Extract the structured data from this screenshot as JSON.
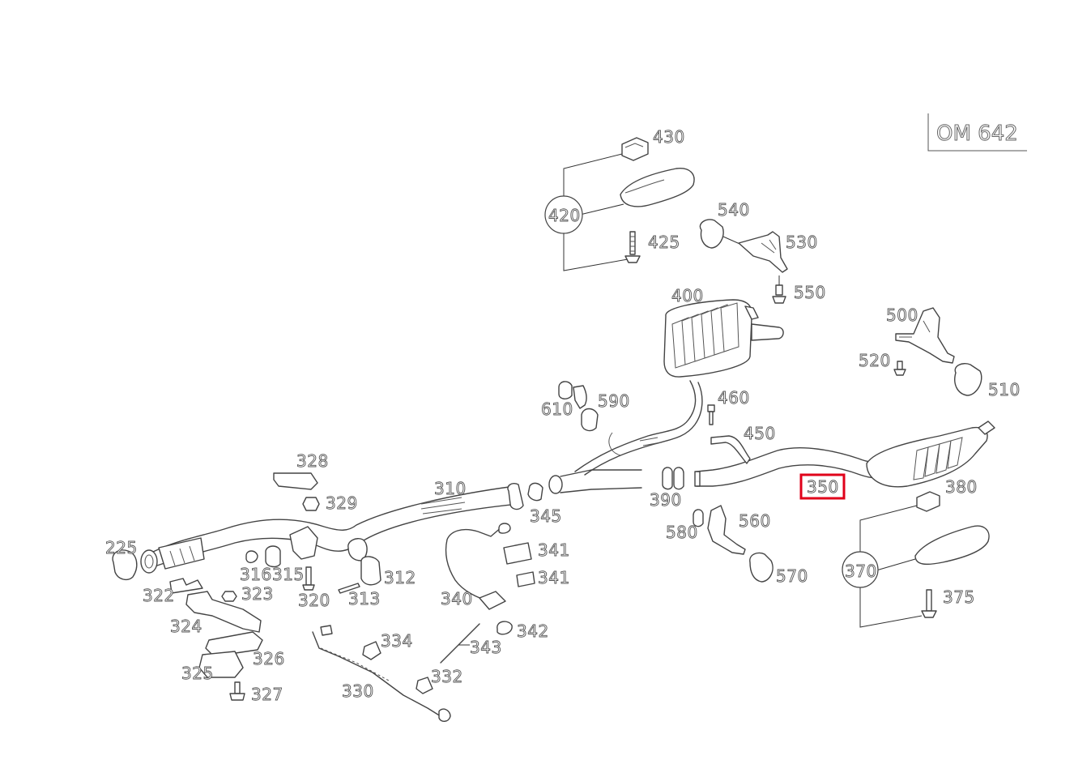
{
  "engine_label": "OM 642",
  "highlighted_part": "350",
  "callouts": {
    "p225": "225",
    "p310": "310",
    "p312": "312",
    "p313": "313",
    "p315": "315",
    "p316": "316",
    "p320": "320",
    "p322": "322",
    "p323": "323",
    "p324": "324",
    "p325": "325",
    "p326": "326",
    "p327": "327",
    "p328": "328",
    "p329": "329",
    "p330": "330",
    "p332": "332",
    "p334": "334",
    "p340": "340",
    "p341a": "341",
    "p341b": "341",
    "p342": "342",
    "p343": "343",
    "p345": "345",
    "p350": "350",
    "p370": "370",
    "p375": "375",
    "p380": "380",
    "p390": "390",
    "p400": "400",
    "p420": "420",
    "p425": "425",
    "p430": "430",
    "p450": "450",
    "p460": "460",
    "p500": "500",
    "p510": "510",
    "p520": "520",
    "p530": "530",
    "p540": "540",
    "p550": "550",
    "p560": "560",
    "p570": "570",
    "p580": "580",
    "p590": "590",
    "p610": "610"
  },
  "colors": {
    "highlight": "#e0001a",
    "line": "#444444",
    "background": "#ffffff"
  }
}
